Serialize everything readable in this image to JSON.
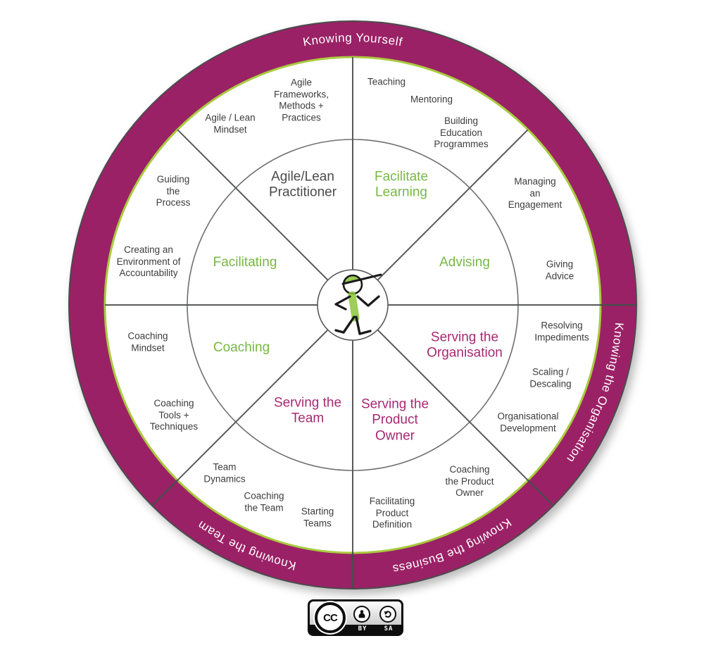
{
  "band": {
    "top": "Knowing Yourself",
    "right": "Knowing the Organisation",
    "bottom_right": "Knowing the Business",
    "bottom_left": "Knowing the Team"
  },
  "sectors": [
    {
      "label": "Agile/Lean\nPractitioner",
      "color": "gray"
    },
    {
      "label": "Facilitate\nLearning",
      "color": "green"
    },
    {
      "label": "Advising",
      "color": "green"
    },
    {
      "label": "Serving the\nOrganisation",
      "color": "magenta"
    },
    {
      "label": "Serving the\nProduct\nOwner",
      "color": "magenta"
    },
    {
      "label": "Serving the\nTeam",
      "color": "magenta"
    },
    {
      "label": "Coaching",
      "color": "green"
    },
    {
      "label": "Facilitating",
      "color": "green"
    }
  ],
  "ring_labels": [
    {
      "text": "Teaching"
    },
    {
      "text": "Mentoring"
    },
    {
      "text": "Building\nEducation\nProgrammes"
    },
    {
      "text": "Managing\nan\nEngagement"
    },
    {
      "text": "Giving\nAdvice"
    },
    {
      "text": "Resolving\nImpediments"
    },
    {
      "text": "Scaling /\nDescaling"
    },
    {
      "text": "Organisational\nDevelopment"
    },
    {
      "text": "Coaching\nthe Product\nOwner"
    },
    {
      "text": "Facilitating\nProduct\nDefinition"
    },
    {
      "text": "Starting\nTeams"
    },
    {
      "text": "Coaching\nthe Team"
    },
    {
      "text": "Team\nDynamics"
    },
    {
      "text": "Coaching\nTools +\nTechniques"
    },
    {
      "text": "Coaching\nMindset"
    },
    {
      "text": "Creating an\nEnvironment of\nAccountability"
    },
    {
      "text": "Guiding\nthe\nProcess"
    },
    {
      "text": "Agile / Lean\nMindset"
    },
    {
      "text": "Agile\nFrameworks,\nMethods +\nPractices"
    }
  ],
  "colors": {
    "band_magenta": "#9B2166",
    "magenta_text": "#A62A72",
    "green_text": "#77B843",
    "green_edge": "#A9CC3E",
    "line_gray": "#58595B",
    "label_ink": "#3C3C3C"
  },
  "license": {
    "cc": "CC",
    "by": "BY",
    "sa": "SA"
  }
}
